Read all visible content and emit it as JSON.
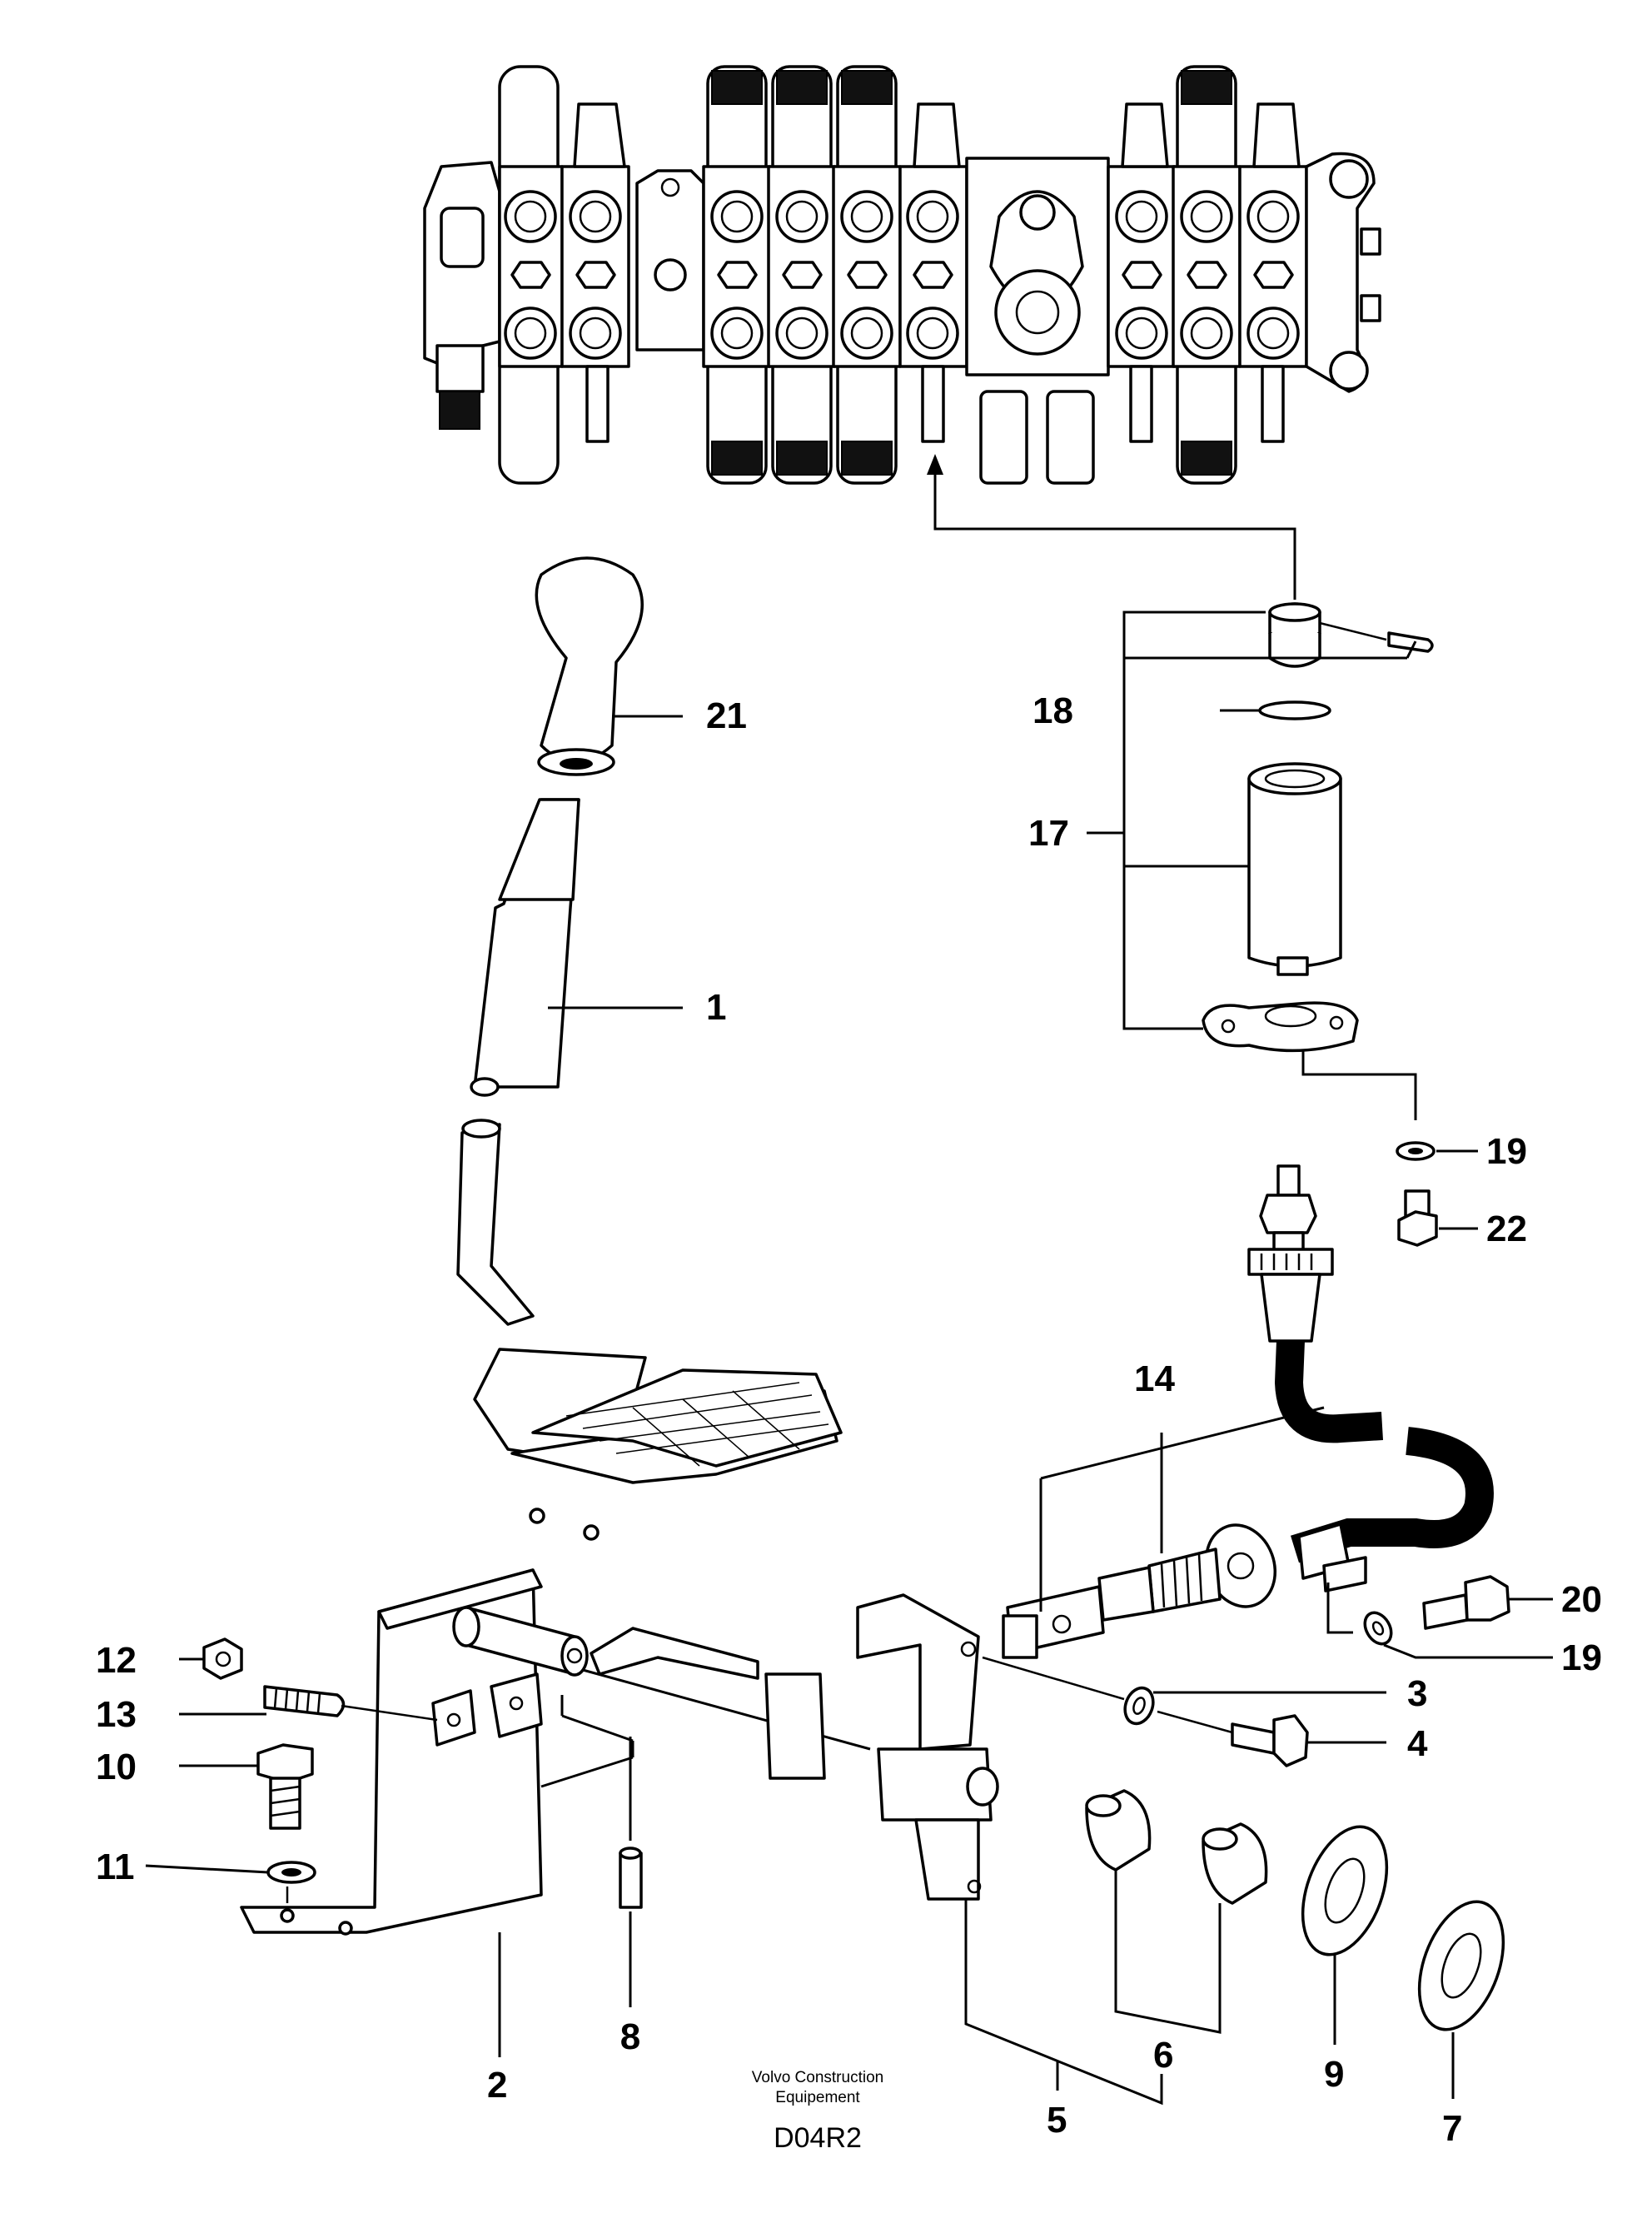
{
  "callouts": {
    "c1": "1",
    "c2": "2",
    "c3": "3",
    "c4": "4",
    "c5": "5",
    "c6": "6",
    "c7": "7",
    "c8": "8",
    "c9": "9",
    "c10": "10",
    "c11": "11",
    "c12": "12",
    "c13": "13",
    "c14": "14",
    "c17": "17",
    "c18": "18",
    "c19a": "19",
    "c19b": "19",
    "c20": "20",
    "c21": "21",
    "c22": "22"
  },
  "credit": {
    "line1": "Volvo Construction",
    "line2": "Equipement",
    "code": "D04R2"
  }
}
